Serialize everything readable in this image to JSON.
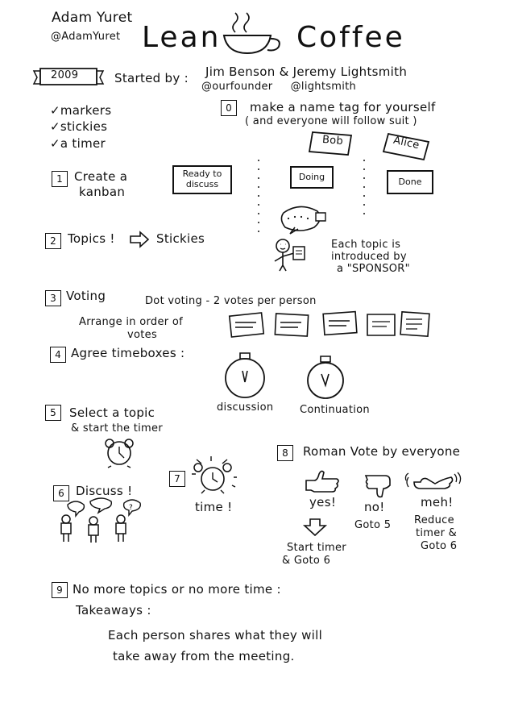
{
  "author": {
    "name": "Adam Yuret",
    "handle": "@AdamYuret"
  },
  "title": {
    "left": "Lean",
    "right": "Coffee"
  },
  "banner": {
    "year": "2009",
    "started_by": "Started by :",
    "founders": "Jim Benson & Jeremy Lightsmith",
    "handles": "@ourfounder     @lightsmith"
  },
  "supplies": [
    "markers",
    "stickies",
    "a timer"
  ],
  "step0": {
    "number": "0",
    "text": "make a name tag for yourself",
    "note": "( and everyone will follow suit )",
    "tags": [
      "Bob",
      "Alice"
    ]
  },
  "step1": {
    "number": "1",
    "line1": "Create a",
    "line2": "kanban",
    "columns": [
      "Ready to discuss",
      "Doing",
      "Done"
    ]
  },
  "step2": {
    "number": "2",
    "left": "Topics !",
    "right": "Stickies",
    "sponsor_line1": "Each topic is",
    "sponsor_line2": "introduced by",
    "sponsor_line3": "a \"SPONSOR\""
  },
  "step3": {
    "number": "3",
    "label": "Voting",
    "dot": "Dot voting - 2 votes per person",
    "arrange_line1": "Arrange in order of",
    "arrange_line2": "votes"
  },
  "step4": {
    "number": "4",
    "label": "Agree  timeboxes :",
    "clock1": "discussion",
    "clock2": "Continuation"
  },
  "step5": {
    "number": "5",
    "line1": "Select a topic",
    "line2": "& start the timer"
  },
  "step6": {
    "number": "6",
    "label": "Discuss !"
  },
  "step7": {
    "number": "7",
    "label": "time !"
  },
  "step8": {
    "number": "8",
    "label": "Roman Vote by everyone",
    "yes": "yes!",
    "no": "no!",
    "meh": "meh!",
    "yes_action_1": "Start timer",
    "yes_action_2": "& Goto 6",
    "no_action": "Goto 5",
    "meh_action_1": "Reduce",
    "meh_action_2": "timer &",
    "meh_action_3": "Goto 6"
  },
  "step9": {
    "number": "9",
    "label": "No more topics or no more time :",
    "takeaways": "Takeaways :",
    "line1": "Each person shares what they will",
    "line2": "take away from the meeting."
  }
}
